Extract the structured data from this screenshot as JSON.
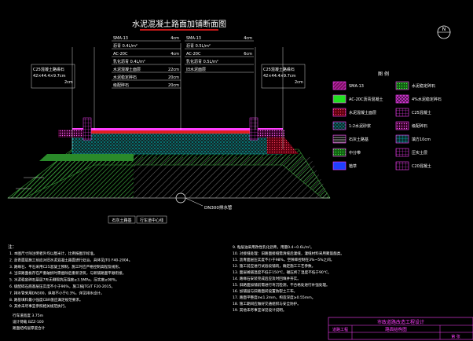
{
  "title": "水泥混凝土路面加铺断面图",
  "colors": {
    "background": "#000000",
    "line": "#ffffff",
    "cyan": "#00e0e0",
    "magenta": "#ff40ff",
    "yellow": "#ffff40",
    "green": "#30c030",
    "red": "#e02020",
    "hatch_green": "#3aa03a"
  },
  "layers_left_mid": [
    {
      "text": "SMA-13",
      "thk": "4cm"
    },
    {
      "text": "沥青 0.4L/m²",
      "thk": ""
    },
    {
      "text": "AC-20C",
      "thk": "4cm"
    },
    {
      "text": "乳化沥青 0.4L/m²",
      "thk": ""
    },
    {
      "text": "水泥混凝土面层",
      "thk": "22cm"
    },
    {
      "text": "水泥稳定碎石",
      "thk": "20cm"
    },
    {
      "text": "级配碎石",
      "thk": "20cm"
    }
  ],
  "layers_right_mid": [
    {
      "text": "SMA-13",
      "thk": "4cm"
    },
    {
      "text": "沥青 0.5L/m²",
      "thk": ""
    },
    {
      "text": "AC-20C",
      "thk": "6cm"
    },
    {
      "text": "乳化沥青 0.5L/m²",
      "thk": ""
    },
    {
      "text": "旧水泥面层",
      "thk": ""
    }
  ],
  "left_callout": [
    "C25混凝土路缘石",
    "42×44.4×9.7cm",
    "2cm"
  ],
  "right_callout": [
    "C25混凝土路缘石",
    "42×44.4×9.7cm",
    "2cm"
  ],
  "bottom_labels": [
    "石灰土路基",
    "行车道中心线"
  ],
  "pipe_label": "DN300排水管",
  "legend_title": "图 例",
  "legend_items": [
    {
      "label": "SMA-13",
      "pattern": "magenta-hatch"
    },
    {
      "label": "水泥稳定碎石",
      "pattern": "green-dots"
    },
    {
      "label": "AC-20C沥青混凝土",
      "pattern": "green-solid"
    },
    {
      "label": "4%水泥稳定碎石",
      "pattern": "magenta-cross"
    },
    {
      "label": "水泥混凝土面层",
      "pattern": "magenta-dense"
    },
    {
      "label": "C25混凝土",
      "pattern": "magenta-brick"
    },
    {
      "label": "1:2水泥砂浆",
      "pattern": "cyan-dots"
    },
    {
      "label": "级配碎石",
      "pattern": "magenta-dots"
    },
    {
      "label": "石灰土路基",
      "pattern": "white-lines"
    },
    {
      "label": "填方10cm",
      "pattern": "cyan-grid"
    },
    {
      "label": "中分带",
      "pattern": "green-dense"
    },
    {
      "label": "压实土层",
      "pattern": "magenta-grid"
    },
    {
      "label": "植草",
      "pattern": "blue-solid"
    },
    {
      "label": "C20混凝土",
      "pattern": "magenta-grid2"
    }
  ],
  "notes_title": "注：",
  "notes_left": [
    "1. 本图尺寸除注明者外均以厘米计，比例按图示标准。",
    "2. 沥青面层施工前应对旧水泥混凝土路面进行处治，具体见JTG F40-2004。",
    "3. 路缘石、平石采用C25混凝土预制，施工时应严格控制高程及线形。",
    "4. 当旧路面板存在严重破损时需凿除后重新浇筑，与新铺路面平顺衔接。",
    "5. 水泥稳定碎石基层7天无侧限抗压强度≥3.5MPa，压实度≥98%。",
    "6. 级配碎石底基层压实度不小于96%，施工按JTG/T F20-2015。",
    "7. 排水管采用DN300，纵坡不小于0.3%，详见排水设计。",
    "8. 路基填料最小强度CBR值应满足规范要求。",
    "9. 其余未尽事宜参照相关规范执行。"
  ],
  "notes_left_extra": [
    "行车道宽度 3.75m",
    "设计荷载 BZZ-100",
    "路面结构层厚度合计"
  ],
  "notes_right": [
    "9. 粘层油采用改性乳化沥青，用量0.4~0.6L/m²。",
    "10. 对接缝处理：旧路面接缝需清缝后灌缝，灌缝材料采用聚氨酯类。",
    "11. 沥青面层压实度不小于98%，空隙率控制在3%~5%之间。",
    "12. 施工前应进行试验段铺筑，确定施工工艺参数。",
    "13. 面层摊铺温度不低于150℃，碾压终了温度不低于90℃。",
    "14. 路缘石安装完成后应及时回填并夯实。",
    "15. 旧路面加铺前需进行弯沉检测，不合格处进行补强处理。",
    "16. 加铺层与旧路面间设置防裂土工布。",
    "17. 路面平整度σ≤1.2mm，构造深度≥0.55mm。",
    "18. 施工期间应做好交通组织与安全防护。",
    "19. 其他未尽事宜详见设计说明。"
  ],
  "title_block": {
    "company": "市政道路改造工程设计",
    "project": "道路工程",
    "drawing_name": "路面结构图",
    "sheet": "第 张"
  },
  "north_symbol": "N"
}
